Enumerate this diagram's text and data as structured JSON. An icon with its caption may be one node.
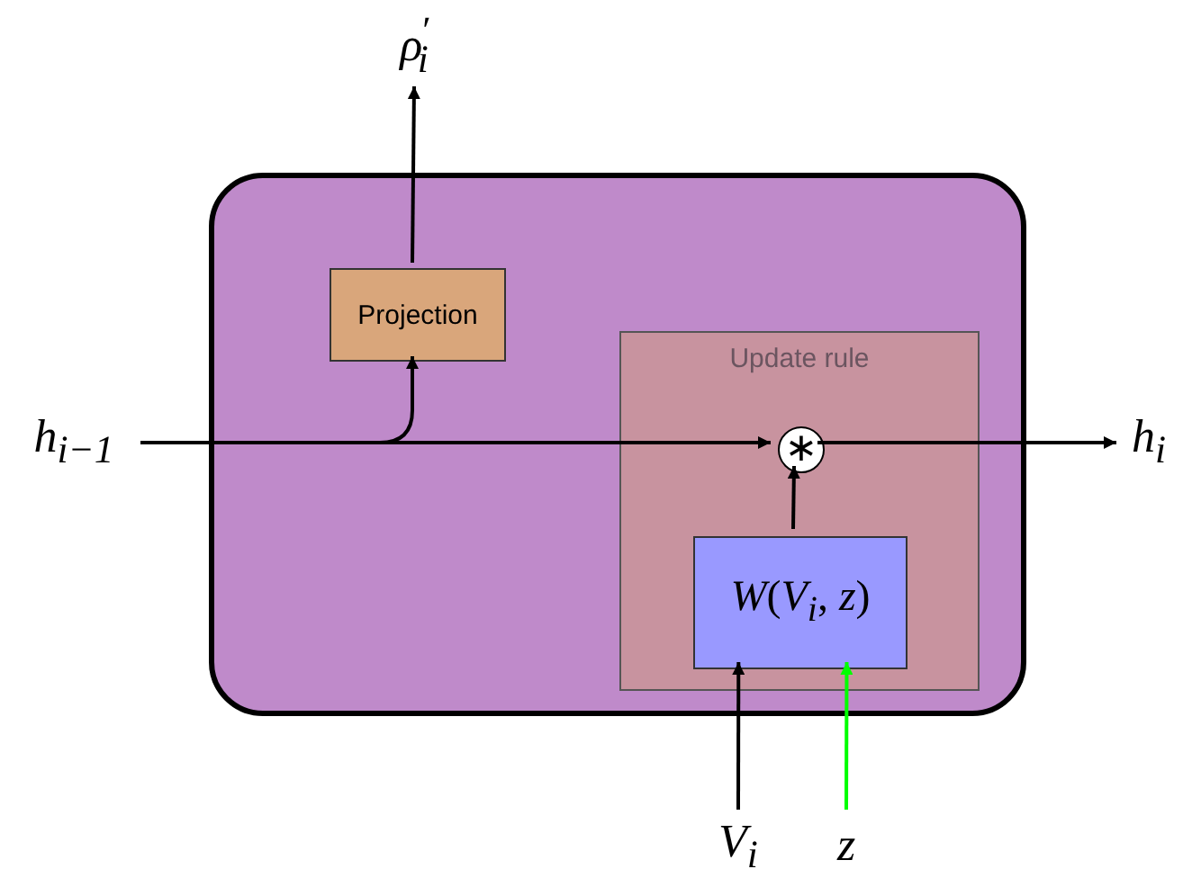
{
  "diagram": {
    "nodes": [
      {
        "text": [],
        "shape": "box"
      },
      {
        "text": [
          "Projection"
        ],
        "in": 0
      },
      {
        "text": [
          "Update rule"
        ],
        "in": 0
      },
      {
        "text": [
          "∗"
        ],
        "in": 2
      },
      {
        "text": [
          "*W*(*V*$_{i}$, *z*)"
        ],
        "in": 2
      },
      {
        "text": [
          "*h*$_{i−1}$"
        ]
      },
      {
        "text": [
          "*h*$_{i}$"
        ]
      },
      {
        "text": [
          "*ρ*$^{′}$$_{i}$"
        ]
      },
      {
        "text": [
          "*V*$_{i}$"
        ]
      },
      {
        "text": [
          "*z*"
        ]
      }
    ],
    "edges": [
      {
        "from": 5,
        "to": 3,
        "arrow": "to"
      },
      {
        "from": 5,
        "to": 1,
        "arrow": "to"
      },
      {
        "from": 1,
        "to": 7,
        "arrow": "to"
      },
      {
        "from": 3,
        "to": 6,
        "arrow": "to"
      },
      {
        "from": 4,
        "to": 3,
        "arrow": "to"
      },
      {
        "from": 8,
        "to": 4,
        "arrow": "to"
      },
      {
        "from": 9,
        "to": 4,
        "arrow": "to",
        "color": "#00ff00"
      }
    ]
  }
}
